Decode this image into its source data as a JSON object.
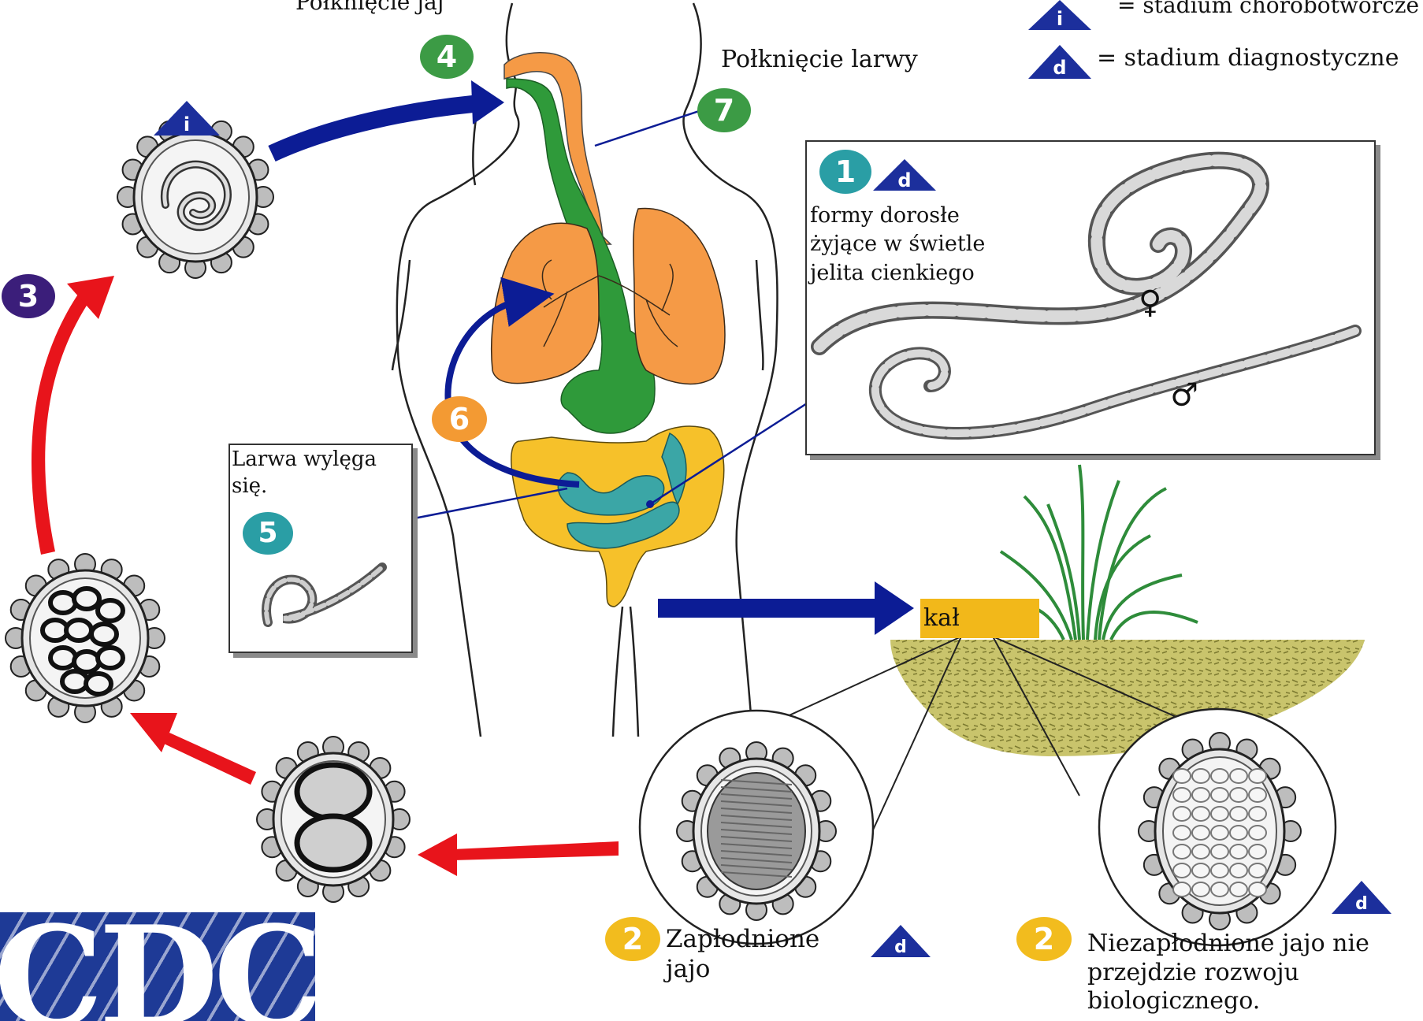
{
  "labels": {
    "swallow_eggs": "Połknięcie jaj",
    "swallow_larvae": "Połknięcie larwy",
    "adult_forms": "formy dorosłe\nżyjące w świetle\njelita cienkiego",
    "larva_hatches": "Larwa wylęga\nsię.",
    "feces": "kał",
    "fertilized_egg": "Zapłodnione\njajo",
    "unfertilized_egg": "Niezapłodnione jajo nie\nprzejdzie rozwoju\nbiologicznego.",
    "female_symbol": "♀",
    "male_symbol": "♂"
  },
  "legend": {
    "infective_letter": "i",
    "infective_text": "= stadium chorobotwórcze",
    "diagnostic_letter": "d",
    "diagnostic_text": "= stadium diagnostyczne"
  },
  "steps": {
    "s1": "1",
    "s2a": "2",
    "s2b": "2",
    "s3": "3",
    "s4": "4",
    "s5": "5",
    "s6": "6",
    "s7": "7"
  },
  "logo": {
    "text": "CDC"
  },
  "colors": {
    "infective_triangle": "#1c2f9c",
    "diagnostic_triangle": "#1c2f9c",
    "cycle_arrow_red": "#e8141b",
    "arrow_blue": "#0c1c95",
    "lungs_orange": "#f59a46",
    "esophagus_green": "#2f9a3a",
    "intestine_teal": "#3ba6a6",
    "colon_yellow": "#f6c12a",
    "soil": "#c7c36a",
    "grass": "#2e8c3a",
    "logo_blue": "#1e3a96",
    "badge_green": "#3c9b45",
    "badge_teal": "#2a9ea5",
    "badge_purple": "#3b1e7a",
    "badge_orange": "#f39a33",
    "badge_yellow": "#f2bc1e"
  },
  "icons": {
    "infective_stage": "triangle-i-icon",
    "diagnostic_stage": "triangle-d-icon",
    "female": "female-symbol-icon",
    "male": "male-symbol-icon"
  }
}
